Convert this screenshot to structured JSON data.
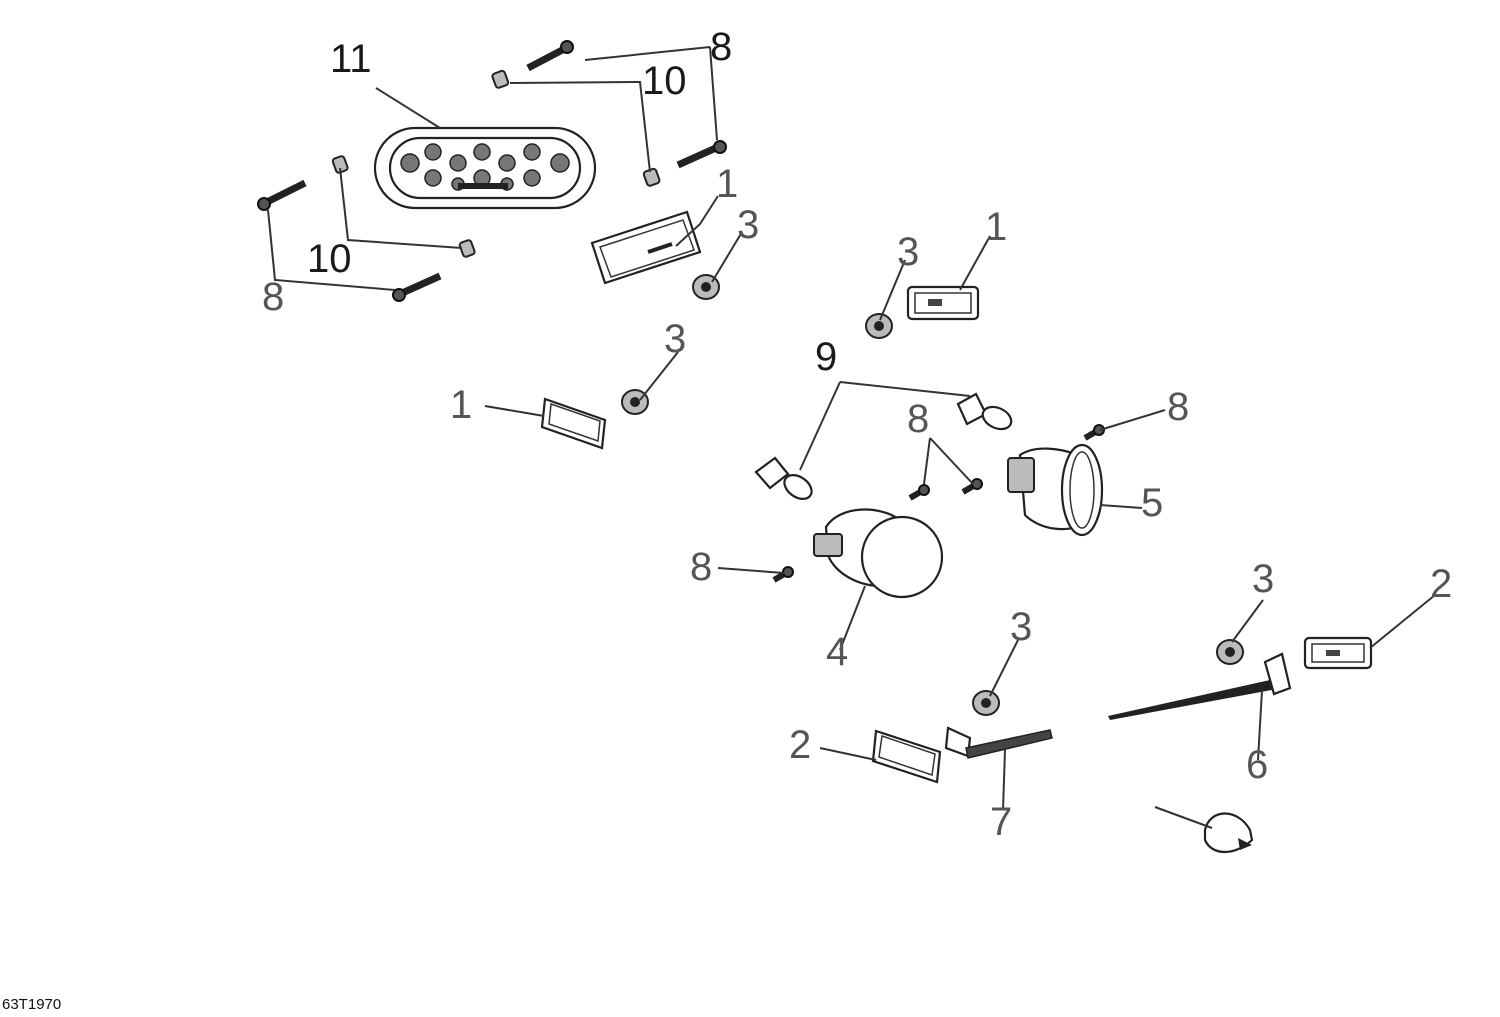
{
  "diagram": {
    "drawing_code": "63T1970",
    "callouts": {
      "c11": "11",
      "c8_top": "8",
      "c10_top": "10",
      "c10_left": "10",
      "c8_left": "8",
      "c1_top": "1",
      "c3_top": "3",
      "c3_mid": "3",
      "c1_mid": "1",
      "c1_right": "1",
      "c3_right": "3",
      "c9": "9",
      "c8_mid": "8",
      "c8_right": "8",
      "c5": "5",
      "c8_low": "8",
      "c4": "4",
      "c3_low": "3",
      "c2_right": "2",
      "c3_lowright": "3",
      "c2_left": "2",
      "c6": "6",
      "c7": "7"
    }
  }
}
